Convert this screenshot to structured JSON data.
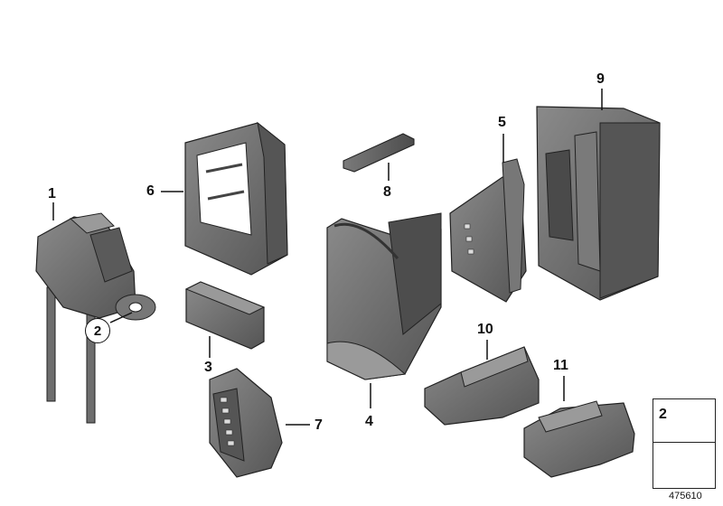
{
  "callouts": {
    "c1": "1",
    "c2": "2",
    "c3": "3",
    "c4": "4",
    "c5": "5",
    "c6": "6",
    "c7": "7",
    "c8": "8",
    "c9": "9",
    "c10": "10",
    "c11": "11"
  },
  "legend": {
    "number": "2"
  },
  "catalog_number": "475610",
  "colors": {
    "part_fill": "#6b6b6b",
    "part_dark": "#4a4a4a",
    "part_light": "#8d8d8d",
    "outline": "#222222"
  }
}
